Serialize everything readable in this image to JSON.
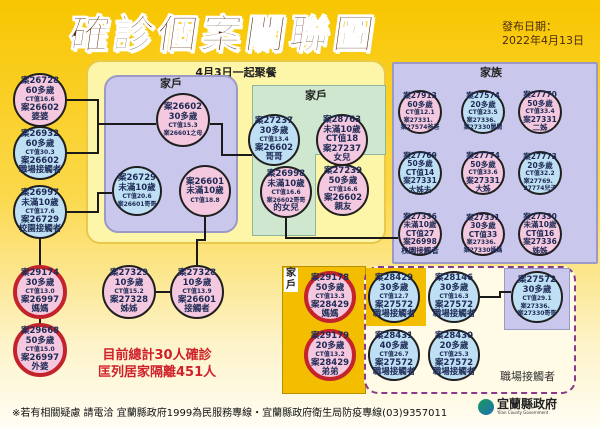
{
  "title": "確診個案關聯圖",
  "date": {
    "label": "發布日期：",
    "value": "2022年4月13日"
  },
  "groups": {
    "meal": "4月3日一起聚餐",
    "household": "家戶",
    "family": "家族",
    "workplace": "職場接觸者"
  },
  "summary": {
    "line1": "目前總計30人確診",
    "line2": "匡列居家隔離451人"
  },
  "footer": "※若有相關疑慮 請電洽  宜蘭縣政府1999為民服務專線・宜蘭縣政府衛生局防疫專線(03)9357011",
  "logo": {
    "name": "宜蘭縣政府",
    "sub": "Yilan County Government"
  },
  "colors": {
    "pink": "#f4c8de",
    "blue": "#bfe0f4",
    "highlight_border": "#c3232b",
    "title": "#5a2a12",
    "summary": "#d0202a"
  },
  "cases": [
    {
      "id": "26728",
      "color": "pink",
      "lines": [
        "案26728",
        "60多歲",
        "CT值16.6",
        "案26602",
        "婆婆"
      ]
    },
    {
      "id": "26932",
      "color": "blue",
      "lines": [
        "案26932",
        "60多歲",
        "CT值30.3",
        "案26602",
        "職場接觸者"
      ]
    },
    {
      "id": "26997",
      "color": "blue",
      "lines": [
        "案26997",
        "未滿10歲",
        "CT值17.6",
        "案26729",
        "校園接觸者"
      ]
    },
    {
      "id": "29174",
      "color": "pink",
      "highlight": true,
      "lines": [
        "案29174",
        "30多歲",
        "CT值13.0",
        "案26997",
        "媽媽"
      ]
    },
    {
      "id": "29668",
      "color": "pink",
      "highlight": true,
      "lines": [
        "案29668",
        "50多歲",
        "CT值15.0",
        "案26997",
        "外婆"
      ]
    },
    {
      "id": "26602",
      "color": "pink",
      "lines": [
        "案26602",
        "30多歲",
        "CT值15.3",
        "案26601之母"
      ]
    },
    {
      "id": "26729",
      "color": "blue",
      "lines": [
        "案26729",
        "未滿10歲",
        "CT值20.6",
        "案26601哥哥"
      ]
    },
    {
      "id": "26601",
      "color": "pink",
      "lines": [
        "案26601",
        "未滿10歲",
        "CT值18.8"
      ]
    },
    {
      "id": "27237",
      "color": "blue",
      "lines": [
        "案27237",
        "30多歲",
        "CT值13.4",
        "案26602",
        "哥哥"
      ]
    },
    {
      "id": "28763",
      "color": "pink",
      "lines": [
        "案28763",
        "未滿10歲",
        "CT值18",
        "案27237",
        "女兒"
      ]
    },
    {
      "id": "26998",
      "color": "pink",
      "lines": [
        "案26998",
        "未滿10歲",
        "CT值16.6",
        "案26602哥哥",
        "的女兒"
      ]
    },
    {
      "id": "27239",
      "color": "pink",
      "lines": [
        "案27239",
        "50多歲",
        "CT值16.6",
        "案26602",
        "親友"
      ]
    },
    {
      "id": "27913",
      "color": "pink",
      "lines": [
        "案27913",
        "60多歲",
        "CT值12.1",
        "案27331、",
        "案27574爸爸"
      ]
    },
    {
      "id": "27574",
      "color": "blue",
      "lines": [
        "案27574",
        "20多歲",
        "CT值23.5",
        "案27336、",
        "案27330舅舅"
      ]
    },
    {
      "id": "27770",
      "color": "pink",
      "lines": [
        "案27770",
        "50多歲",
        "CT值33.4",
        "案27331",
        "二姊"
      ]
    },
    {
      "id": "27769",
      "color": "blue",
      "lines": [
        "案27769",
        "50多歲",
        "CT值14",
        "案27331",
        "大姊夫"
      ]
    },
    {
      "id": "27774",
      "color": "pink",
      "lines": [
        "案27774",
        "50多歲",
        "CT值33.6",
        "案27331",
        "大姊"
      ]
    },
    {
      "id": "27773",
      "color": "blue",
      "lines": [
        "案27773",
        "20多歲",
        "CT值32.2",
        "案27769、",
        "27774兒子"
      ]
    },
    {
      "id": "27336",
      "color": "pink",
      "lines": [
        "案27336",
        "未滿10歲",
        "CT值27",
        "案26998",
        "校園接觸者"
      ]
    },
    {
      "id": "27331",
      "color": "pink",
      "lines": [
        "案27331",
        "30多歲",
        "CT值33",
        "案27336、",
        "案27330媽媽"
      ]
    },
    {
      "id": "27330",
      "color": "pink",
      "lines": [
        "案27330",
        "未滿10歲",
        "CT值16",
        "案27336",
        "姊姊"
      ]
    },
    {
      "id": "27329",
      "color": "pink",
      "lines": [
        "案27329",
        "10多歲",
        "CT值15.2",
        "案27328",
        "姊姊"
      ]
    },
    {
      "id": "27328",
      "color": "pink",
      "lines": [
        "案27328",
        "10多歲",
        "CT值13.9",
        "案26601",
        "接觸者"
      ]
    },
    {
      "id": "29178",
      "color": "pink",
      "highlight": true,
      "lines": [
        "案29178",
        "50多歲",
        "CT值13.3",
        "案28429",
        "媽媽"
      ]
    },
    {
      "id": "29179",
      "color": "pink",
      "highlight": true,
      "lines": [
        "案29179",
        "20多歲",
        "CT值13.2",
        "案28429",
        "弟弟"
      ]
    },
    {
      "id": "28429",
      "color": "blue",
      "lines": [
        "案28429",
        "30多歲",
        "CT值12.7",
        "案27572",
        "職場接觸者"
      ]
    },
    {
      "id": "28146",
      "color": "blue",
      "lines": [
        "案28146",
        "30多歲",
        "CT值16.3",
        "案27572",
        "職場接觸者"
      ]
    },
    {
      "id": "28431",
      "color": "blue",
      "lines": [
        "案28431",
        "40多歲",
        "CT值26.7",
        "案27572",
        "職場接觸者"
      ]
    },
    {
      "id": "28430",
      "color": "blue",
      "lines": [
        "案28430",
        "20多歲",
        "CT值25.3",
        "案27572",
        "職場接觸者"
      ]
    },
    {
      "id": "27572",
      "color": "blue",
      "lines": [
        "案27572",
        "30多歲",
        "CT值29.1",
        "案27336、",
        "案27330哥哥"
      ]
    }
  ]
}
